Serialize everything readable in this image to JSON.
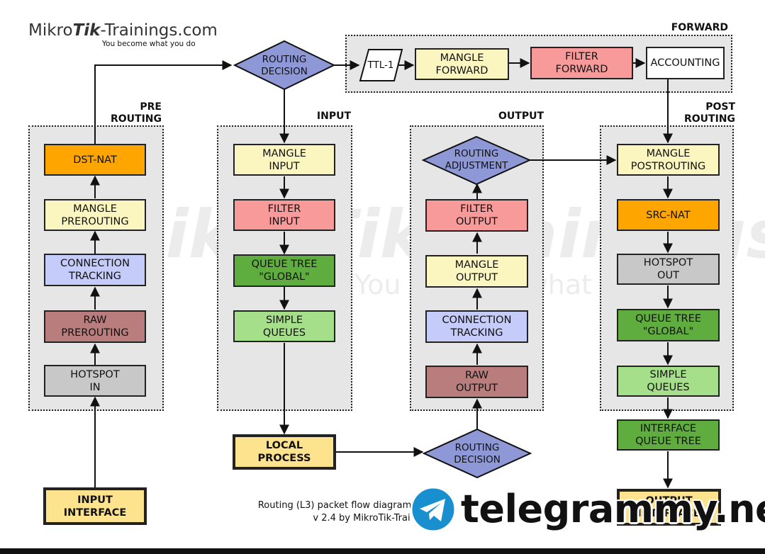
{
  "colors": {
    "group_bg": "#e6e6e6",
    "mangle": "#fbf6c0",
    "filter": "#f99a9a",
    "dstnat_srcnat": "#ffa500",
    "connection_tracking": "#c5ccf9",
    "raw": "#b97d7d",
    "hotspot": "#c8c8c8",
    "queue_tree": "#5fad3e",
    "simple_queues": "#a6df8a",
    "local_process": "#fde38e",
    "decision": "#8e98d6",
    "accounting": "#ffffff"
  },
  "logo": {
    "brand_light": "Mikro",
    "brand_bold": "Tik",
    "brand_suffix": "-Trainings.com",
    "tagline": "You become what you do"
  },
  "watermark": {
    "line1": "MikroTik-Trainings.com",
    "line2": "You become what you do"
  },
  "groups": {
    "forward": "FORWARD",
    "prerouting": "PRE\nROUTING",
    "input": "INPUT",
    "output": "OUTPUT",
    "postrouting": "POST\nROUTING"
  },
  "nodes": {
    "routing_decision_top": "ROUTING\nDECISION",
    "ttl": "TTL-1",
    "mangle_forward": "MANGLE\nFORWARD",
    "filter_forward": "FILTER\nFORWARD",
    "accounting": "ACCOUNTING",
    "dst_nat": "DST-NAT",
    "mangle_prerouting": "MANGLE\nPREROUTING",
    "connection_tracking_pre": "CONNECTION\nTRACKING",
    "raw_prerouting": "RAW\nPREROUTING",
    "hotspot_in": "HOTSPOT\nIN",
    "input_interface": "INPUT\nINTERFACE",
    "mangle_input": "MANGLE\nINPUT",
    "filter_input": "FILTER\nINPUT",
    "queue_tree_global_input": "QUEUE TREE\n\"GLOBAL\"",
    "simple_queues_input": "SIMPLE\nQUEUES",
    "local_process": "LOCAL\nPROCESS",
    "routing_decision_output": "ROUTING\nDECISION",
    "routing_adjustment": "ROUTING\nADJUSTMENT",
    "filter_output": "FILTER\nOUTPUT",
    "mangle_output": "MANGLE\nOUTPUT",
    "connection_tracking_out": "CONNECTION\nTRACKING",
    "raw_output": "RAW\nOUTPUT",
    "mangle_postrouting": "MANGLE\nPOSTROUTING",
    "src_nat": "SRC-NAT",
    "hotspot_out": "HOTSPOT\nOUT",
    "queue_tree_global_post": "QUEUE TREE\n\"GLOBAL\"",
    "simple_queues_post": "SIMPLE\nQUEUES",
    "interface_queue_tree": "INTERFACE\nQUEUE TREE",
    "output_interface": "OUTPUT\nINTERFACE"
  },
  "caption": {
    "line1": "Routing (L3) packet flow diagram (colo",
    "line2": "v 2.4 by MikroTik-Trai"
  },
  "overlay": {
    "text": "telegrammy.net",
    "icon": "telegram-plane-icon"
  }
}
